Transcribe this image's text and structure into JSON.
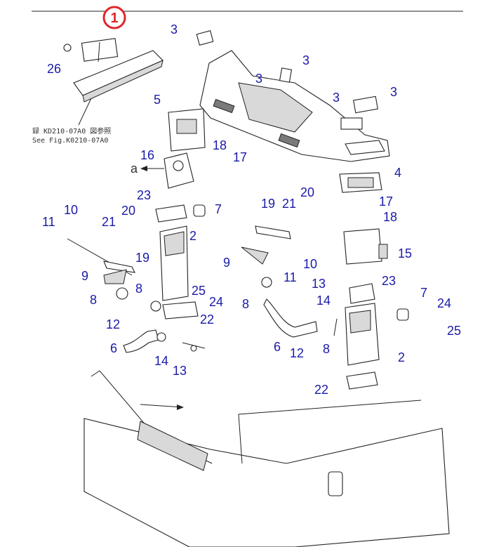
{
  "callout": {
    "label": "1"
  },
  "reference_note": {
    "line1": "録 KD210-07A0 図参照",
    "line2": "See Fig.K0210-07A0"
  },
  "view_marker": "a",
  "part_labels": [
    "3",
    "3",
    "3",
    "3",
    "3",
    "26",
    "5",
    "16",
    "18",
    "17",
    "4",
    "23",
    "7",
    "2",
    "20",
    "19",
    "21",
    "17",
    "18",
    "10",
    "11",
    "21",
    "20",
    "19",
    "9",
    "11",
    "10",
    "15",
    "9",
    "8",
    "25",
    "24",
    "8",
    "13",
    "14",
    "23",
    "7",
    "24",
    "22",
    "8",
    "25",
    "12",
    "6",
    "14",
    "13",
    "6",
    "12",
    "8",
    "2",
    "22"
  ],
  "colors": {
    "label": "#1a1aa8",
    "callout": "#e0262b",
    "line": "#222222"
  }
}
